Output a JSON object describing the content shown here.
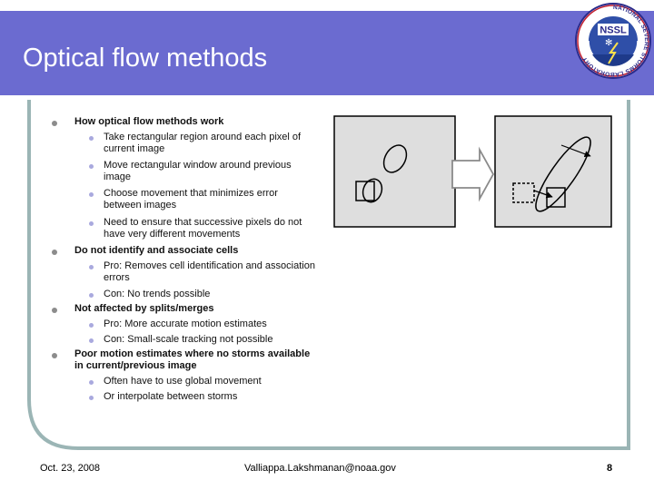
{
  "slide": {
    "title": "Optical flow methods",
    "bullets": [
      {
        "text": "How optical flow methods work",
        "subs": [
          "Take rectangular region around each pixel of current image",
          "Move rectangular window around previous image",
          "Choose movement that minimizes error between images",
          "Need to ensure that successive pixels do not have very different movements"
        ]
      },
      {
        "text": "Do not identify and associate cells",
        "subs": [
          "Pro: Removes cell identification and association errors",
          "Con: No trends possible"
        ]
      },
      {
        "text": "Not affected by splits/merges",
        "subs": [
          "Pro: More accurate motion estimates",
          "Con: Small-scale tracking not possible"
        ]
      },
      {
        "text": "Poor motion estimates where no storms available in current/previous image",
        "subs": [
          "Often have to use global movement",
          "Or interpolate between storms"
        ]
      }
    ]
  },
  "footer": {
    "date": "Oct. 23, 2008",
    "email": "Valliappa.Lakshmanan@noaa.gov",
    "page": "8"
  },
  "logo": {
    "text": "NSSL",
    "ring_text": "NATIONAL SEVERE STORMS LABORATORY"
  },
  "colors": {
    "header": "#6b6bd0",
    "frame": "#9bb5b5",
    "panel": "#dedede",
    "bullet_level1": "#8c8c8c",
    "bullet_level2": "#a9a9de"
  }
}
